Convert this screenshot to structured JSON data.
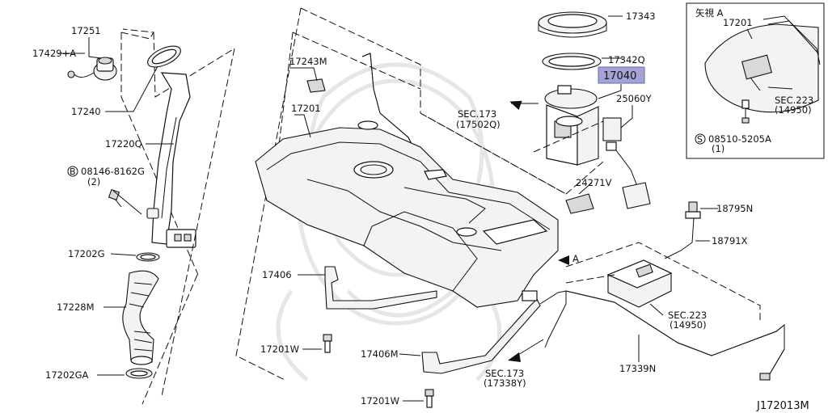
{
  "labels": {
    "p17251": "17251",
    "p17429a": "17429+A",
    "p17240": "17240",
    "p17220q": "17220Q",
    "b08146": "08146-8162G",
    "b08146_qty": "(2)",
    "p17202g": "17202G",
    "p17228m": "17228M",
    "p17202ga": "17202GA",
    "p17243m": "17243M",
    "p17201": "17201",
    "p17406a": "17406",
    "p17201w_a": "17201W",
    "p17406m": "17406M",
    "p17201w_b": "17201W",
    "p17343": "17343",
    "p17342q": "17342Q",
    "p17040": "17040",
    "p25060y": "25060Y",
    "sec173a": "SEC.173",
    "sec173a_sub": "(17502Q)",
    "p24271v": "24271V",
    "arrow_a": "A",
    "p18795n": "18795N",
    "p18791x": "18791X",
    "sec223a": "SEC.223",
    "sec223a_sub": "(14950)",
    "sec173b": "SEC.173",
    "sec173b_sub": "(17338Y)",
    "p17339n": "17339N",
    "inset_title": "矢視 A",
    "inset_17201": "17201",
    "inset_sec223": "SEC.223",
    "inset_sec223_sub": "(14950)",
    "s08510": "08510-5205A",
    "s08510_qty": "(1)",
    "circle_b": "B",
    "circle_s": "S",
    "diagram_id": "J172013M"
  },
  "colors": {
    "highlight_fill": "#a3a3d6",
    "highlight_stroke": "#6a6ab0",
    "line": "#111111",
    "watermark": "#e6e6e6"
  }
}
